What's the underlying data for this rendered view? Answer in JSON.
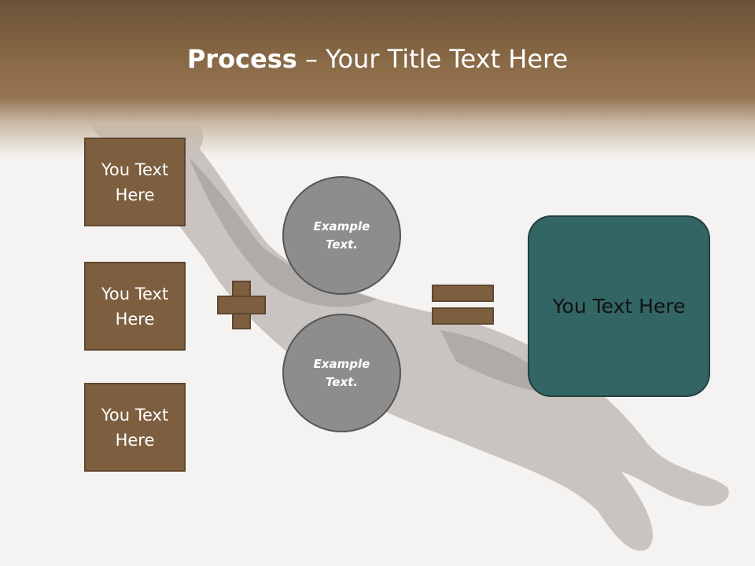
{
  "title": {
    "bold": "Process",
    "rest": " – Your Title Text Here"
  },
  "left_boxes": [
    {
      "label": "You Text Here"
    },
    {
      "label": "You Text Here"
    },
    {
      "label": "You Text Here"
    }
  ],
  "circles": [
    {
      "label": "Example Text."
    },
    {
      "label": "Example Text."
    }
  ],
  "result": {
    "label": "You Text Here"
  },
  "colors": {
    "header_brown": "#8a6a47",
    "box_brown": "#7d5f40",
    "circle_gray": "#8d8d8d",
    "result_teal": "#336565"
  },
  "icons": {
    "operator_1": "plus-icon",
    "operator_2": "equals-icon",
    "background": "jumping-cat-photo"
  }
}
